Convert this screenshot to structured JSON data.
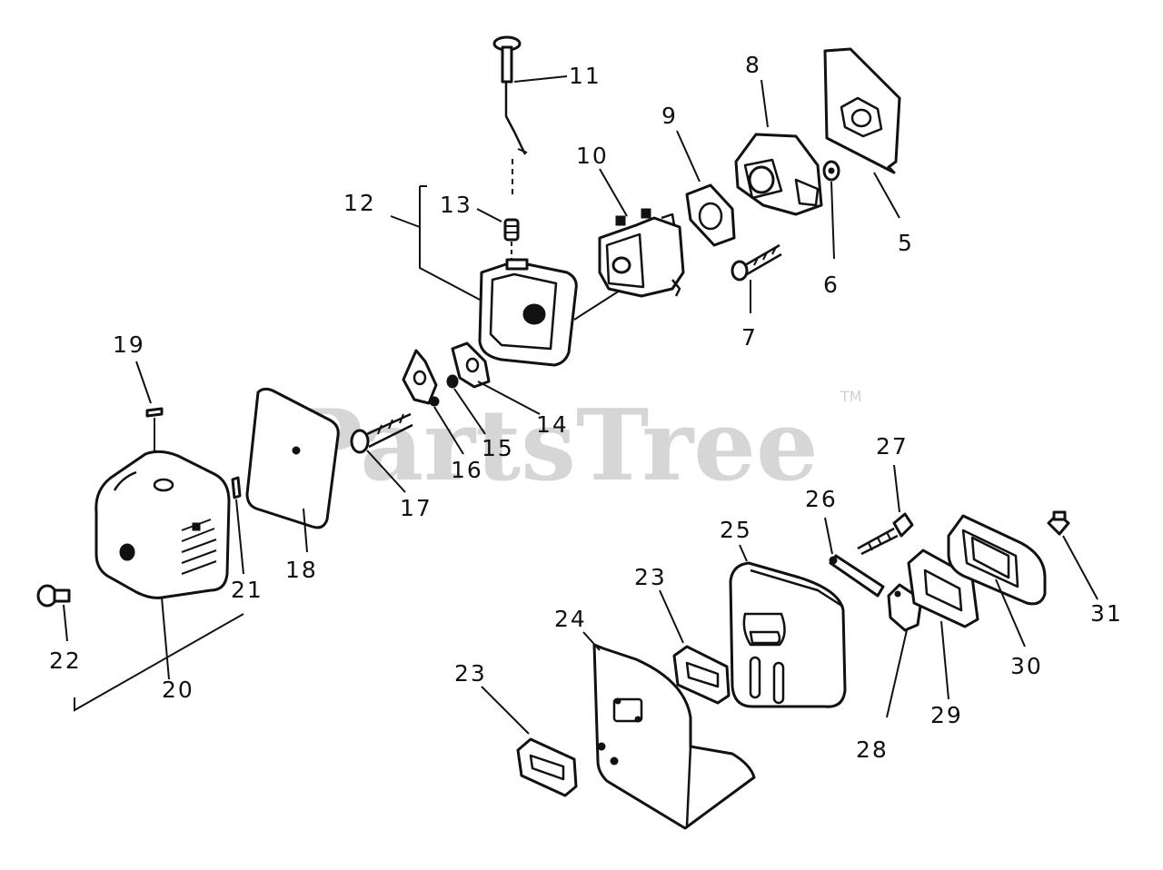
{
  "watermark": {
    "text": "PartsTree",
    "trademark": "TM"
  },
  "labels": {
    "l5": "5",
    "l6": "6",
    "l7": "7",
    "l8": "8",
    "l9": "9",
    "l10": "10",
    "l11": "11",
    "l12": "12",
    "l13": "13",
    "l14": "14",
    "l15": "15",
    "l16": "16",
    "l17": "17",
    "l18": "18",
    "l19": "19",
    "l20": "20",
    "l21": "21",
    "l22": "22",
    "l23a": "23",
    "l23b": "23",
    "l24": "24",
    "l25": "25",
    "l26": "26",
    "l27": "27",
    "l28": "28",
    "l29": "29",
    "l30": "30",
    "l31": "31"
  },
  "colors": {
    "line": "#111111",
    "watermark": "#d6d6d6",
    "background": "#ffffff"
  }
}
